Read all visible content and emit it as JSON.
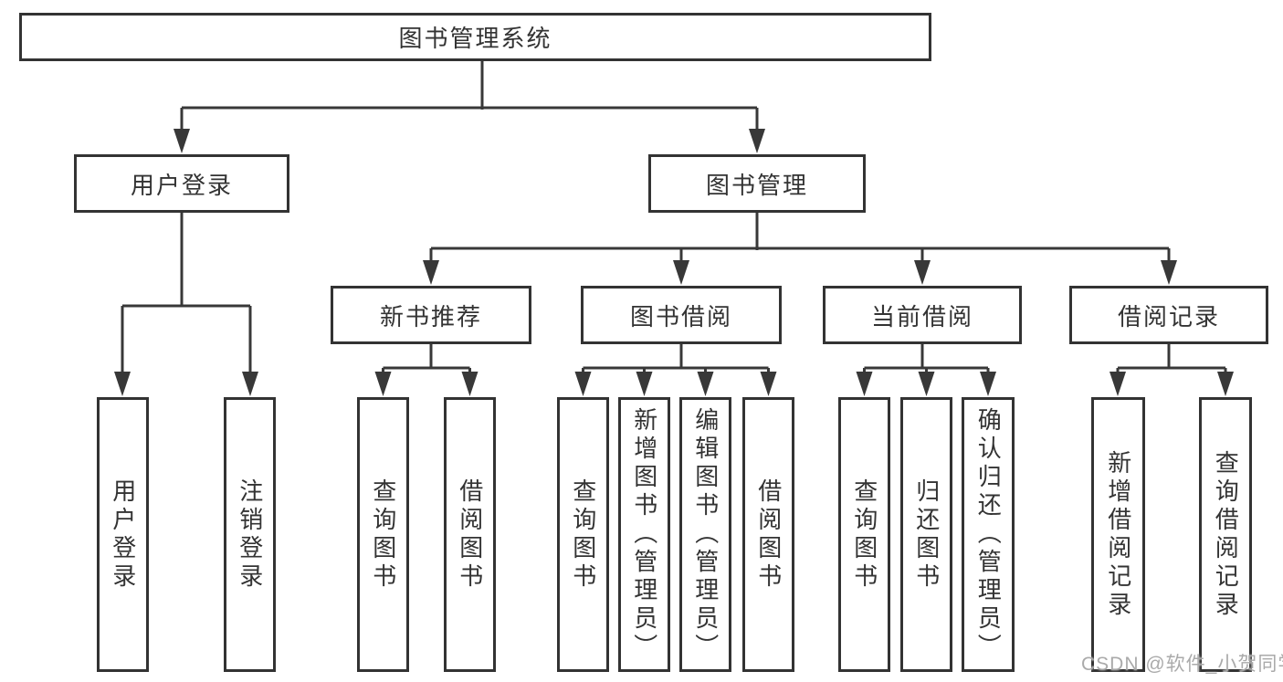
{
  "diagram": {
    "nodes": {
      "root": "图书管理系统",
      "user_login": "用户登录",
      "book_mgmt": "图书管理",
      "new_books": "新书推荐",
      "book_borrow": "图书借阅",
      "current_borrow": "当前借阅",
      "borrow_records": "借阅记录",
      "leaf_user_login": "用户登录",
      "leaf_logout": "注销登录",
      "leaf_nb_query": "查询图书",
      "leaf_nb_borrow": "借阅图书",
      "leaf_bb_query": "查询图书",
      "leaf_bb_add": "新增图书（管理员）",
      "leaf_bb_edit": "编辑图书（管理员）",
      "leaf_bb_borrow": "借阅图书",
      "leaf_cb_query": "查询图书",
      "leaf_cb_return": "归还图书",
      "leaf_cb_confirm": "确认归还（管理员）",
      "leaf_br_add": "新增借阅记录",
      "leaf_br_query": "查询借阅记录"
    },
    "hierarchy": {
      "图书管理系统": {
        "用户登录": [
          "用户登录",
          "注销登录"
        ],
        "图书管理": {
          "新书推荐": [
            "查询图书",
            "借阅图书"
          ],
          "图书借阅": [
            "查询图书",
            "新增图书（管理员）",
            "编辑图书（管理员）",
            "借阅图书"
          ],
          "当前借阅": [
            "查询图书",
            "归还图书",
            "确认归还（管理员）"
          ],
          "借阅记录": [
            "新增借阅记录",
            "查询借阅记录"
          ]
        }
      }
    },
    "watermark": "CSDN @软件_小贺同学",
    "colors": {
      "line": "#383838",
      "border": "#333333",
      "text": "#333333",
      "background": "#ffffff",
      "watermark": "#a5a5a5"
    }
  }
}
